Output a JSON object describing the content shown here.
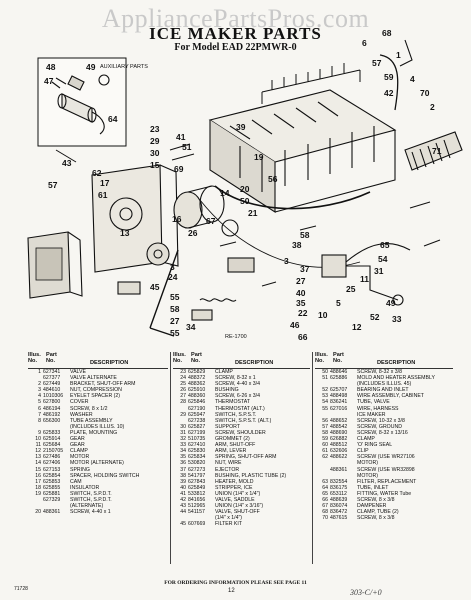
{
  "watermark": "AppliancePartsPros.com",
  "title": "ICE MAKER PARTS",
  "subtitle": "For Model EAD 22PMWR-0",
  "auxiliary_label": "AUXILIARY PARTS",
  "figure_code": "RE-1700",
  "labels": [
    "48",
    "49",
    "47",
    "64",
    "68",
    "6",
    "1",
    "57",
    "59",
    "42",
    "4",
    "70",
    "2",
    "71",
    "23",
    "39",
    "41",
    "29",
    "51",
    "30",
    "15",
    "19",
    "69",
    "56",
    "20",
    "50",
    "21",
    "43",
    "62",
    "17",
    "61",
    "57",
    "14",
    "13",
    "16",
    "67",
    "26",
    "58",
    "38",
    "3",
    "3",
    "37",
    "24",
    "27",
    "45",
    "40",
    "55",
    "35",
    "58",
    "22",
    "27",
    "46",
    "34",
    "55",
    "65",
    "54",
    "31",
    "11",
    "25",
    "5",
    "49",
    "52",
    "33",
    "12",
    "10",
    "66"
  ],
  "table": {
    "head_illus": "Illus.\nNo.",
    "head_part": "Part\nNo.",
    "head_desc": "DESCRIPTION",
    "columns": [
      [
        [
          "1",
          "627341",
          "VALVE"
        ],
        [
          "",
          "627377",
          "VALVE ALTERNATE"
        ],
        [
          "2",
          "627449",
          "BRACKET, SHUT-OFF ARM"
        ],
        [
          "3",
          "484610",
          "NUT, COMPRESSION"
        ],
        [
          "4",
          "1010306",
          "EYELET SPACER (2)"
        ],
        [
          "5",
          "627800",
          "COVER"
        ],
        [
          "6",
          "486194",
          "SCREW, 8 x 1/2"
        ],
        [
          "7",
          "486192",
          "WASHER"
        ],
        [
          "8",
          "656300",
          "TUBE ASSEMBLY"
        ],
        [
          "",
          "",
          "(INCLUDES ILLUS. 10)"
        ],
        [
          "9",
          "625833",
          "PLATE, MOUNTING"
        ],
        [
          "10",
          "625914",
          "GEAR"
        ],
        [
          "11",
          "625684",
          "GEAR"
        ],
        [
          "12",
          "2150705",
          "CLAMP"
        ],
        [
          "13",
          "627486",
          "MOTOR"
        ],
        [
          "14",
          "627406",
          "MOTOR (ALTERNATE)"
        ],
        [
          "15",
          "627153",
          "SPRING"
        ],
        [
          "16",
          "625854",
          "SPACER, HOLDING SWITCH"
        ],
        [
          "17",
          "625853",
          "CAM"
        ],
        [
          "18",
          "625855",
          "INSULATOR"
        ],
        [
          "19",
          "625881",
          "SWITCH, S.P.D.T."
        ],
        [
          "",
          "627329",
          "SWITCH, S.P.D.T."
        ],
        [
          "",
          "",
          "(ALTERNATE)"
        ],
        [
          "20",
          "488361",
          "SCREW, 4-40 x 1"
        ]
      ],
      [
        [
          "23",
          "625829",
          "CLAMP"
        ],
        [
          "24",
          "488372",
          "SCREW, 8-32 x 1"
        ],
        [
          "25",
          "488362",
          "SCREW, 4-40 x 3/4"
        ],
        [
          "26",
          "625910",
          "BUSHING"
        ],
        [
          "27",
          "488360",
          "SCREW, 6-26 x 3/4"
        ],
        [
          "28",
          "625846",
          "THERMOSTAT"
        ],
        [
          "",
          "627190",
          "THERMOSTAT (ALT.)"
        ],
        [
          "29",
          "625947",
          "SWITCH, S.P.S.T."
        ],
        [
          "",
          "627238",
          "SWITCH, S.P.S.T. (ALT.)"
        ],
        [
          "30",
          "625827",
          "SUPPORT"
        ],
        [
          "31",
          "627199",
          "SCREW, SHOULDER"
        ],
        [
          "32",
          "510735",
          "GROMMET (2)"
        ],
        [
          "33",
          "627410",
          "ARM, SHUT-OFF"
        ],
        [
          "34",
          "625830",
          "ARM, LEVER"
        ],
        [
          "35",
          "625834",
          "SPRING, SHUT-OFF ARM"
        ],
        [
          "36",
          "530820",
          "NUT, WIRE"
        ],
        [
          "37",
          "627273",
          "EJECTOR"
        ],
        [
          "38",
          "541797",
          "BUSHING, PLASTIC TUBE (2)"
        ],
        [
          "39",
          "627843",
          "HEATER, MOLD"
        ],
        [
          "40",
          "625849",
          "STRIPPER, ICE"
        ],
        [
          "41",
          "533812",
          "UNION (1/4\" x 1/4\")"
        ],
        [
          "42",
          "841656",
          "VALVE, SADDLE"
        ],
        [
          "43",
          "512965",
          "UNION (1/4\" x 3/16\")"
        ],
        [
          "44",
          "541157",
          "VALVE, SHUT-OFF"
        ],
        [
          "",
          "",
          "(1/4\" x 1/4\")"
        ],
        [
          "45",
          "607669",
          "FILTER KIT"
        ]
      ],
      [
        [
          "50",
          "488646",
          "SCREW, 8-32 x 3/8"
        ],
        [
          "51",
          "625886",
          "MOLD AND HEATER ASSEMBLY"
        ],
        [
          "",
          "",
          "(INCLUDES ILLUS. 45)"
        ],
        [
          "52",
          "625707",
          "BEARING AND INLET"
        ],
        [
          "53",
          "488498",
          "WIRE ASSEMBLY, CABINET"
        ],
        [
          "54",
          "836241",
          "TUBE, VALVE"
        ],
        [
          "55",
          "627016",
          "WIRE, HARNESS"
        ],
        [
          "",
          "",
          "ICE MAKER"
        ],
        [
          "56",
          "488652",
          "SCREW, 10-32 x 3/8"
        ],
        [
          "57",
          "488542",
          "SCREW, GROUND"
        ],
        [
          "58",
          "488690",
          "SCREW, 8-32 x 13/16"
        ],
        [
          "59",
          "626882",
          "CLAMP"
        ],
        [
          "60",
          "488512",
          "'O' RING SEAL"
        ],
        [
          "61",
          "632606",
          "CLIP"
        ],
        [
          "62",
          "488622",
          "SCREW (USE WR27106"
        ],
        [
          "",
          "",
          "MOTOR)"
        ],
        [
          "",
          "488361",
          "SCREW (USE WR32898"
        ],
        [
          "",
          "",
          "MOTOR)"
        ],
        [
          "63",
          "832554",
          "FILTER, REPLACEMENT"
        ],
        [
          "64",
          "836175",
          "TUBE, INLET"
        ],
        [
          "65",
          "653112",
          "FITTING, WATER Tube"
        ],
        [
          "66",
          "488639",
          "SCREW, 8 x 3/8"
        ],
        [
          "67",
          "836074",
          "DAMPENER"
        ],
        [
          "68",
          "836472",
          "CLAMP, TUBE (2)"
        ],
        [
          "70",
          "487615",
          "SCREW, 8 x 3/8"
        ]
      ]
    ]
  },
  "footer": "FOR ORDERING INFORMATION PLEASE SEE PAGE 11",
  "print_code": "71728",
  "page_number": "12",
  "handwriting": "303-C/+0"
}
